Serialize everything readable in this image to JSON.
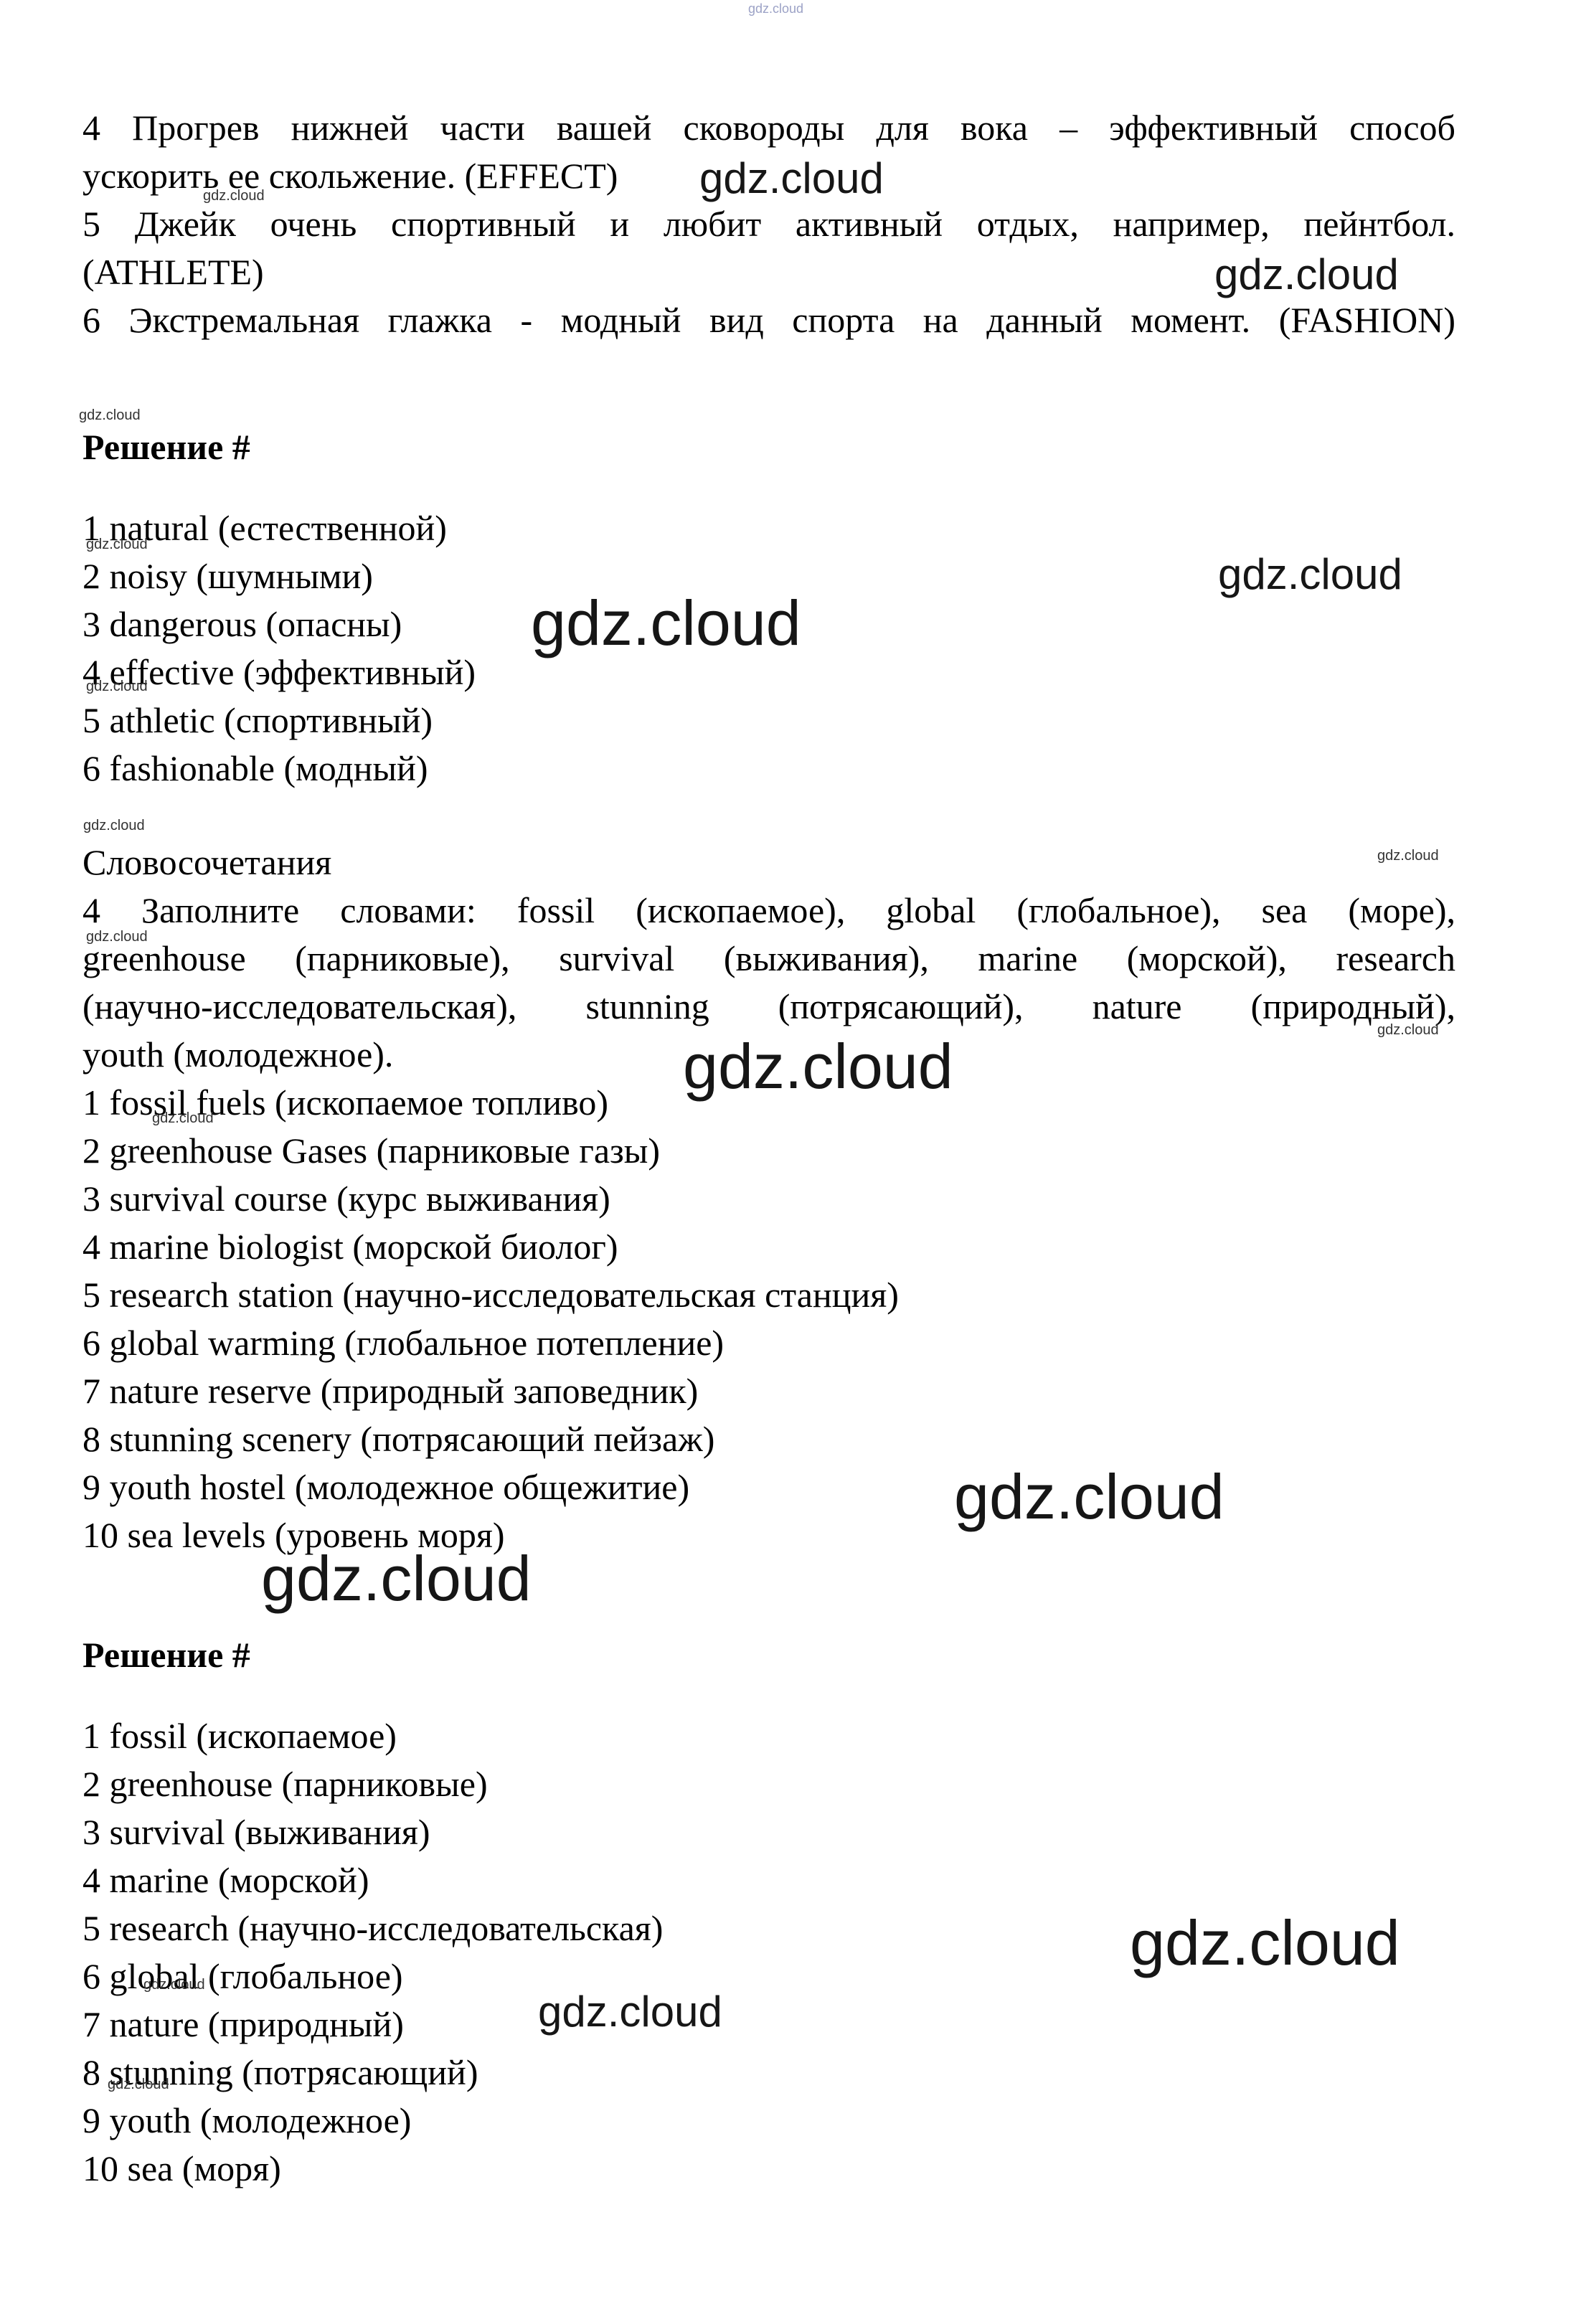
{
  "watermark": {
    "label": "gdz.cloud"
  },
  "document": {
    "tasks": {
      "lines": [
        "4 Прогрев нижней части вашей сковороды для вока – эффективный способ",
        "ускорить ее скольжение. (EFFECT)",
        "5 Джейк очень спортивный и любит активный отдых, например, пейнтбол.",
        "(ATHLETE)",
        "6 Экстремальная глажка - модный вид спорта на данный момент. (FASHION)"
      ]
    },
    "solution1": {
      "heading": "Решение #",
      "items": [
        "1 natural (естественной)",
        "2 noisy (шумными)",
        "3 dangerous (опасны)",
        "4 effective (эффективный)",
        "5 athletic (спортивный)",
        "6 fashionable (модный)"
      ]
    },
    "collocations": {
      "heading": "Словосочетания",
      "task_lines": [
        "4 Заполните словами: fossil (ископаемое), global (глобальное), sea (море),",
        "greenhouse (парниковые), survival (выживания), marine (морской), research",
        "(научно-исследовательская), stunning (потрясающий), nature (природный),",
        "youth (молодежное)."
      ],
      "items": [
        "1 fossil fuels (ископаемое топливо)",
        "2 greenhouse Gases (парниковые газы)",
        "3 survival course (курс выживания)",
        "4 marine biologist (морской биолог)",
        "5 research station (научно-исследовательская станция)",
        "6 global warming (глобальное потепление)",
        "7 nature reserve (природный заповедник)",
        "8 stunning scenery (потрясающий пейзаж)",
        "9 youth hostel (молодежное общежитие)",
        "10 sea levels (уровень моря)"
      ]
    },
    "solution2": {
      "heading": "Решение #",
      "items": [
        "1 fossil (ископаемое)",
        "2 greenhouse (парниковые)",
        "3 survival (выживания)",
        "4 marine (морской)",
        "5 research (научно-исследовательская)",
        "6 global (глобальное)",
        "7 nature (природный)",
        "8 stunning (потрясающий)",
        "9 youth (молодежное)",
        "10 sea (моря)"
      ]
    }
  }
}
